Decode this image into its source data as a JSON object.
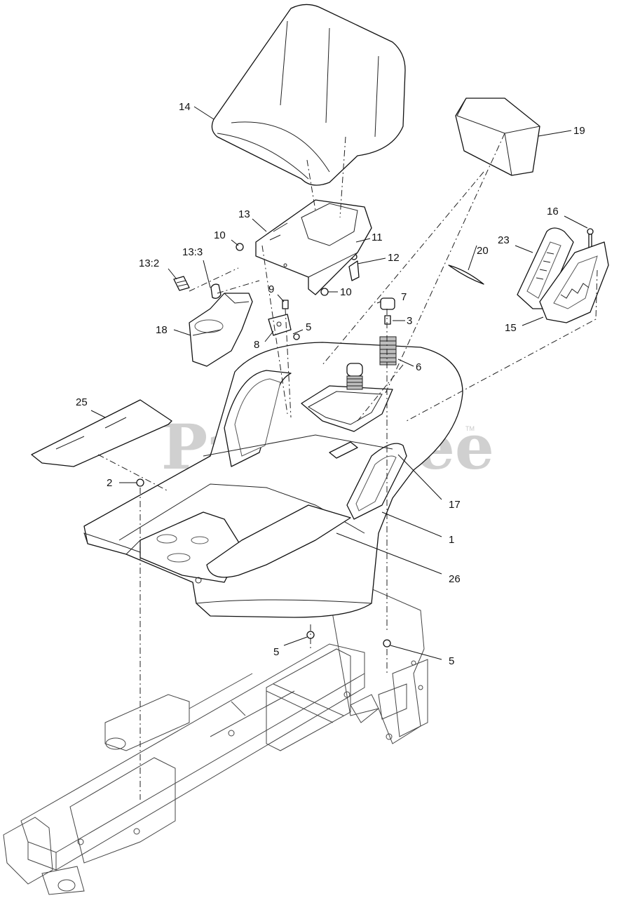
{
  "watermark": {
    "text": "PartsTree",
    "trademark": "TM"
  },
  "callouts": [
    {
      "id": "c14",
      "label": "14"
    },
    {
      "id": "c19",
      "label": "19"
    },
    {
      "id": "c16",
      "label": "16"
    },
    {
      "id": "c13",
      "label": "13"
    },
    {
      "id": "c10a",
      "label": "10"
    },
    {
      "id": "c11",
      "label": "11"
    },
    {
      "id": "c12",
      "label": "12"
    },
    {
      "id": "c20",
      "label": "20"
    },
    {
      "id": "c23",
      "label": "23"
    },
    {
      "id": "c13_3",
      "label": "13:3"
    },
    {
      "id": "c13_2",
      "label": "13:2"
    },
    {
      "id": "c10b",
      "label": "10"
    },
    {
      "id": "c9",
      "label": "9"
    },
    {
      "id": "c7",
      "label": "7"
    },
    {
      "id": "c3",
      "label": "3"
    },
    {
      "id": "c5a",
      "label": "5"
    },
    {
      "id": "c18",
      "label": "18"
    },
    {
      "id": "c8",
      "label": "8"
    },
    {
      "id": "c15",
      "label": "15"
    },
    {
      "id": "c6",
      "label": "6"
    },
    {
      "id": "c25",
      "label": "25"
    },
    {
      "id": "c2",
      "label": "2"
    },
    {
      "id": "c17",
      "label": "17"
    },
    {
      "id": "c1",
      "label": "1"
    },
    {
      "id": "c26",
      "label": "26"
    },
    {
      "id": "c5b",
      "label": "5"
    },
    {
      "id": "c5c",
      "label": "5"
    }
  ]
}
